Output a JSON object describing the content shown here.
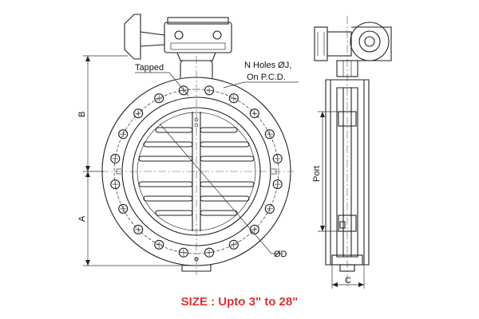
{
  "labels": {
    "tapped": "Tapped",
    "n_holes_line1": "N Holes ØJ,",
    "n_holes_line2": "On P.C.D.",
    "dim_b": "B",
    "dim_a": "A",
    "dim_d": "ØD",
    "dim_port": "Port",
    "dim_c": "C"
  },
  "caption": "SIZE : Upto 3\" to 28\"",
  "colors": {
    "caption": "#e0312f",
    "line": "#222222"
  },
  "bolt_hole_count": 20
}
